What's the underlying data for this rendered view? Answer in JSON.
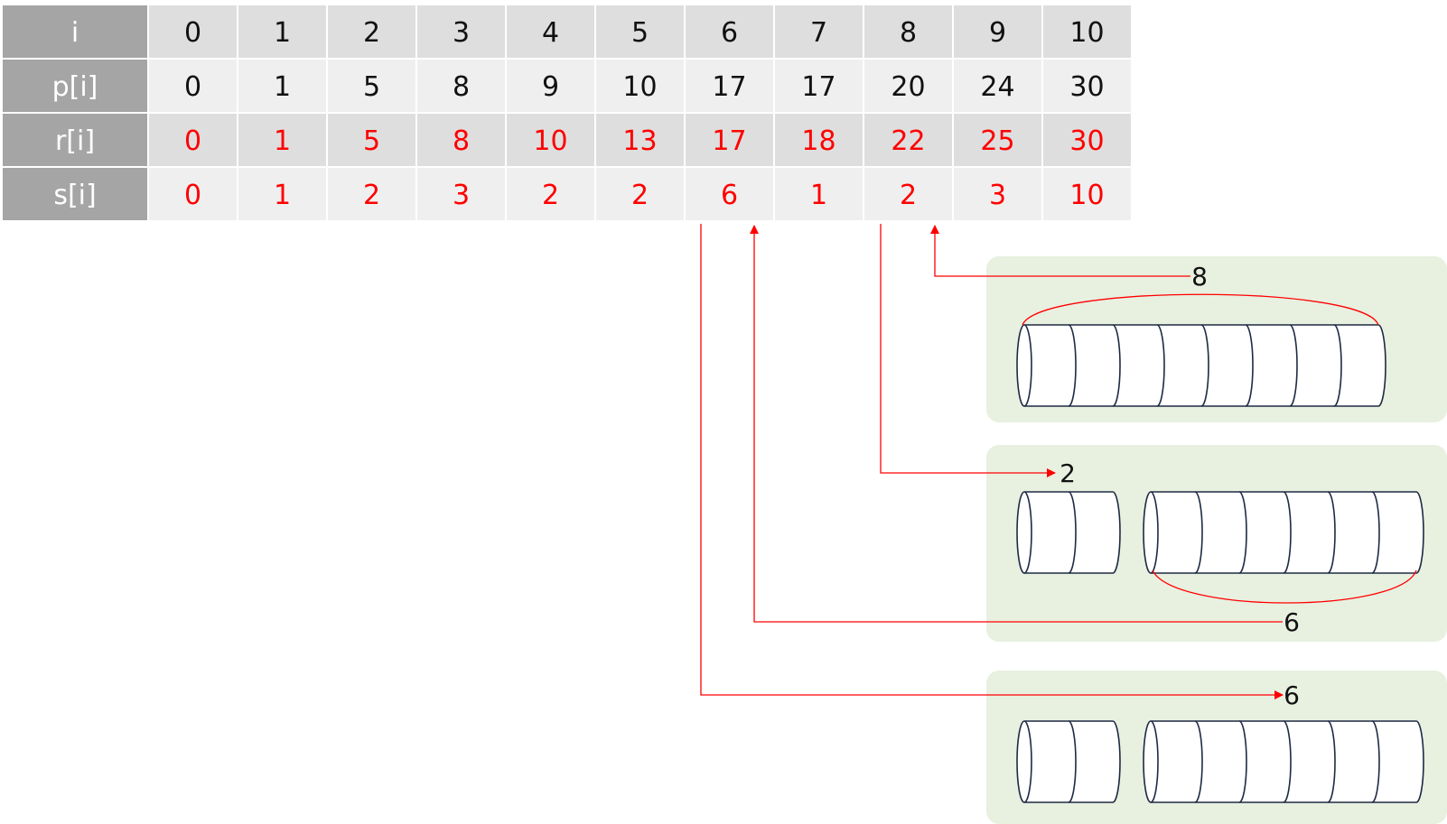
{
  "colors": {
    "header_bg": "#a5a5a5",
    "header_text": "#ffffff",
    "row_light": "#efefef",
    "row_dark": "#dedede",
    "black_text": "#111111",
    "red_text": "#ff0000",
    "panel_bg": "#e8f0e0",
    "cylinder_stroke": "#1f2a44",
    "arrow": "#ff0000"
  },
  "table": {
    "columns": [
      "0",
      "1",
      "2",
      "3",
      "4",
      "5",
      "6",
      "7",
      "8",
      "9",
      "10"
    ],
    "rows": [
      {
        "label": "i",
        "color": "black",
        "values": [
          "0",
          "1",
          "2",
          "3",
          "4",
          "5",
          "6",
          "7",
          "8",
          "9",
          "10"
        ]
      },
      {
        "label": "p[i]",
        "color": "black",
        "values": [
          "0",
          "1",
          "5",
          "8",
          "9",
          "10",
          "17",
          "17",
          "20",
          "24",
          "30"
        ]
      },
      {
        "label": "r[i]",
        "color": "red",
        "values": [
          "0",
          "1",
          "5",
          "8",
          "10",
          "13",
          "17",
          "18",
          "22",
          "25",
          "30"
        ]
      },
      {
        "label": "s[i]",
        "color": "red",
        "values": [
          "0",
          "1",
          "2",
          "3",
          "2",
          "2",
          "6",
          "1",
          "2",
          "3",
          "10"
        ]
      }
    ]
  },
  "panels": [
    {
      "label": "8",
      "groups": [
        8
      ]
    },
    {
      "labels": [
        "2",
        "6"
      ],
      "groups": [
        2,
        6
      ]
    },
    {
      "label": "6",
      "groups": [
        2,
        6
      ]
    }
  ]
}
